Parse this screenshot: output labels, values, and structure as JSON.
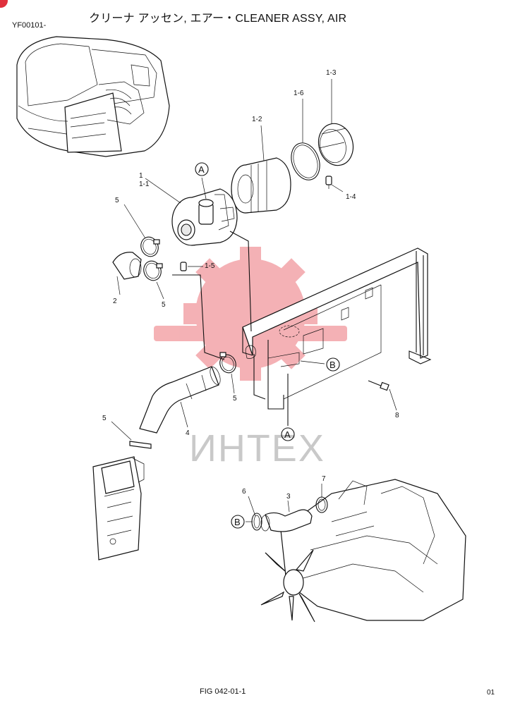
{
  "header": {
    "doc_code": "YF00101-",
    "title": "クリーナ アッセン, エアー・CLEANER ASSY, AIR"
  },
  "footer": {
    "figure_ref": "FIG 042-01-1",
    "page_number": "01"
  },
  "watermark": {
    "text": "ИНТЕХ",
    "color": "#e8545c"
  },
  "part_labels": {
    "p1": "1",
    "p1_1": "1-1",
    "p1_2": "1-2",
    "p1_3": "1-3",
    "p1_4": "1-4",
    "p1_5": "1-5",
    "p1_6": "1-6",
    "p2": "2",
    "p3": "3",
    "p4": "4",
    "p5_top": "5",
    "p5_mid": "5",
    "p5_clamp": "5",
    "p5_left": "5",
    "p6": "6",
    "p7": "7",
    "p8": "8"
  },
  "callouts": {
    "a_top": "A",
    "a_bottom": "A",
    "b_right": "B",
    "b_left": "B"
  }
}
